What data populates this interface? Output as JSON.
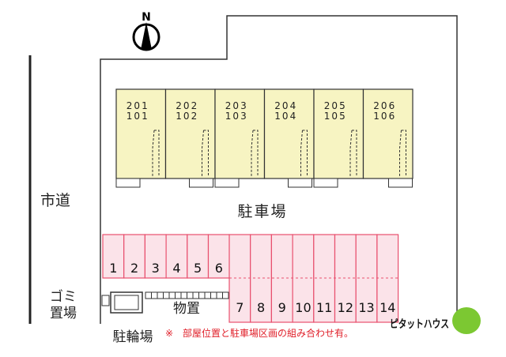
{
  "compass": {
    "label": "N"
  },
  "road": {
    "label": "市道"
  },
  "building": {
    "units": [
      {
        "upper": "201",
        "lower": "101"
      },
      {
        "upper": "202",
        "lower": "102"
      },
      {
        "upper": "203",
        "lower": "103"
      },
      {
        "upper": "204",
        "lower": "104"
      },
      {
        "upper": "205",
        "lower": "105"
      },
      {
        "upper": "206",
        "lower": "106"
      }
    ]
  },
  "parking_lot": {
    "label": "駐車場"
  },
  "parking_spaces": {
    "top_row": [
      "1",
      "2",
      "3",
      "4",
      "5",
      "6"
    ],
    "bottom_row": [
      "7",
      "8",
      "9",
      "10",
      "11",
      "12",
      "13",
      "14"
    ]
  },
  "garbage": {
    "line1": "ゴミ",
    "line2": "置場"
  },
  "storage": {
    "label": "物置"
  },
  "bicycle": {
    "label": "駐輪場"
  },
  "note": {
    "text": "※　部屋位置と駐車場区画の組み合わせ有。"
  },
  "logo": {
    "text": "ピタットハウス"
  },
  "colors": {
    "unit_fill": "#f7f4c2",
    "parking_stroke": "#e8506e",
    "parking_fill": "#fbe3e9",
    "note_red": "#e0202a",
    "logo_green": "#7cc832"
  }
}
